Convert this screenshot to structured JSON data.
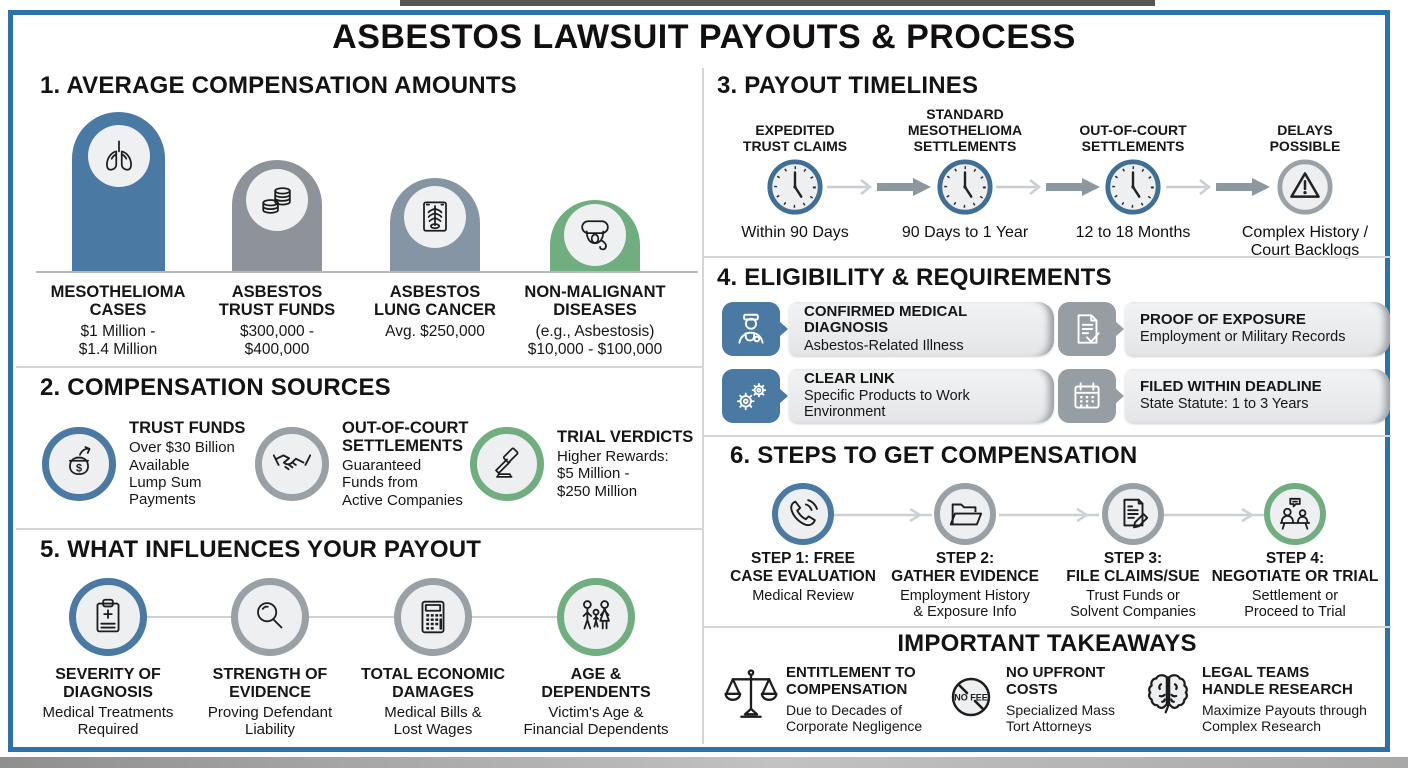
{
  "title": "ASBESTOS LAWSUIT PAYOUTS & PROCESS",
  "colors": {
    "frame_border": "#2a72a8",
    "accent_blue": "#4a79a3",
    "accent_gray": "#8d9399",
    "accent_gray_blue": "#8695a3",
    "accent_green": "#70ae7f",
    "panel_fill": "#edeff1"
  },
  "avg_comp": {
    "heading": "1. AVERAGE COMPENSATION AMOUNTS",
    "bars": [
      {
        "name": "MESOTHELIOMA\nCASES",
        "value": "$1 Million -\n$1.4 Million",
        "icon": "lungs-icon",
        "color": "#4a79a3"
      },
      {
        "name": "ASBESTOS\nTRUST FUNDS",
        "value": "$300,000 -\n$400,000",
        "icon": "coin-stack-icon",
        "color": "#8d9399"
      },
      {
        "name": "ASBESTOS\nLUNG CANCER",
        "value": "Avg. $250,000",
        "icon": "chest-xray-icon",
        "color": "#8695a3"
      },
      {
        "name": "NON-MALIGNANT\nDISEASES",
        "value": "(e.g., Asbestosis)\n$10,000 - $100,000",
        "icon": "respirator-mask-icon",
        "color": "#70ae7f"
      }
    ]
  },
  "sources": {
    "heading": "2. COMPENSATION SOURCES",
    "items": [
      {
        "title": "TRUST FUNDS",
        "body": "Over $30 Billion\nAvailable\nLump Sum\nPayments",
        "icon": "money-pot-icon",
        "ring": "#4a79a3"
      },
      {
        "title": "OUT-OF-COURT\nSETTLEMENTS",
        "body": "Guaranteed\nFunds from\nActive Companies",
        "icon": "handshake-icon",
        "ring": "#99a0a6"
      },
      {
        "title": "TRIAL VERDICTS",
        "body": "Higher Rewards:\n$5 Million -\n$250 Million",
        "icon": "gavel-icon",
        "ring": "#70ae7f"
      }
    ]
  },
  "influences": {
    "heading": "5. WHAT INFLUENCES YOUR PAYOUT",
    "items": [
      {
        "title": "SEVERITY OF\nDIAGNOSIS",
        "caption": "Medical Treatments\nRequired",
        "icon": "medical-clipboard-icon",
        "ring": "#4a79a3"
      },
      {
        "title": "STRENGTH OF\nEVIDENCE",
        "caption": "Proving Defendant\nLiability",
        "icon": "magnifier-icon",
        "ring": "#99a0a6"
      },
      {
        "title": "TOTAL ECONOMIC\nDAMAGES",
        "caption": "Medical Bills &\nLost Wages",
        "icon": "calculator-icon",
        "ring": "#99a0a6"
      },
      {
        "title": "AGE &\nDEPENDENTS",
        "caption": "Victim's Age &\nFinancial Dependents",
        "icon": "family-icon",
        "ring": "#70ae7f"
      }
    ]
  },
  "timelines": {
    "heading": "3. PAYOUT TIMELINES",
    "items": [
      {
        "title": "EXPEDITED\nTRUST CLAIMS",
        "caption": "Within 90 Days",
        "icon": "clock-icon"
      },
      {
        "title": "STANDARD\nMESOTHELIOMA\nSETTLEMENTS",
        "caption": "90 Days to 1 Year",
        "icon": "clock-icon"
      },
      {
        "title": "OUT-OF-COURT\nSETTLEMENTS",
        "caption": "12 to 18 Months",
        "icon": "clock-icon"
      },
      {
        "title": "DELAYS\nPOSSIBLE",
        "caption": "Complex History /\nCourt Backlogs",
        "icon": "warning-icon"
      }
    ]
  },
  "eligibility": {
    "heading": "4. ELIGIBILITY & REQUIREMENTS",
    "cards": [
      {
        "title": "CONFIRMED MEDICAL DIAGNOSIS",
        "subtitle": "Asbestos-Related Illness",
        "icon": "doctor-icon",
        "tile": "#4a79a3"
      },
      {
        "title": "PROOF OF EXPOSURE",
        "subtitle": "Employment or Military Records",
        "icon": "document-check-icon",
        "tile": "#969da3"
      },
      {
        "title": "CLEAR LINK",
        "subtitle": "Specific Products to Work Environment",
        "icon": "gears-icon",
        "tile": "#4a79a3"
      },
      {
        "title": "FILED WITHIN DEADLINE",
        "subtitle": "State Statute: 1 to 3 Years",
        "icon": "calendar-icon",
        "tile": "#969da3"
      }
    ]
  },
  "steps": {
    "heading": "6. STEPS TO GET COMPENSATION",
    "items": [
      {
        "title": "STEP 1: FREE\nCASE EVALUATION",
        "caption": "Medical Review",
        "icon": "phone-icon",
        "ring": "#4a79a3"
      },
      {
        "title": "STEP 2:\nGATHER EVIDENCE",
        "caption": "Employment History\n& Exposure Info",
        "icon": "folder-icon",
        "ring": "#99a0a6"
      },
      {
        "title": "STEP 3:\nFILE CLAIMS/SUE",
        "caption": "Trust Funds or\nSolvent Companies",
        "icon": "claim-form-icon",
        "ring": "#99a0a6"
      },
      {
        "title": "STEP 4:\nNEGOTIATE OR TRIAL",
        "caption": "Settlement or\nProceed to Trial",
        "icon": "negotiation-icon",
        "ring": "#70ae7f"
      }
    ]
  },
  "takeaways": {
    "heading": "IMPORTANT TAKEAWAYS",
    "items": [
      {
        "title": "ENTITLEMENT TO\nCOMPENSATION",
        "caption": "Due to Decades of\nCorporate Negligence",
        "icon": "scales-icon"
      },
      {
        "title": "NO UPFRONT\nCOSTS",
        "caption": "Specialized Mass\nTort Attorneys",
        "icon": "no-fee-icon",
        "badge": "NO FEE"
      },
      {
        "title": "LEGAL TEAMS\nHANDLE RESEARCH",
        "caption": "Maximize Payouts through\nComplex Research",
        "icon": "brain-icon"
      }
    ]
  },
  "chart_data": {
    "type": "bar",
    "title": "1. AVERAGE COMPENSATION AMOUNTS",
    "categories": [
      "MESOTHELIOMA CASES",
      "ASBESTOS TRUST FUNDS",
      "ASBESTOS LUNG CANCER",
      "NON-MALIGNANT DISEASES (e.g., Asbestosis)"
    ],
    "value_labels": [
      "$1 Million - $1.4 Million",
      "$300,000 - $400,000",
      "Avg. $250,000",
      "$10,000 - $100,000"
    ],
    "values_usd_low": [
      1000000,
      300000,
      250000,
      10000
    ],
    "values_usd_high": [
      1400000,
      400000,
      250000,
      100000
    ],
    "colors": [
      "#4a79a3",
      "#8d9399",
      "#8695a3",
      "#70ae7f"
    ],
    "xlabel": "",
    "ylabel": "",
    "legend": false,
    "grid": false
  }
}
